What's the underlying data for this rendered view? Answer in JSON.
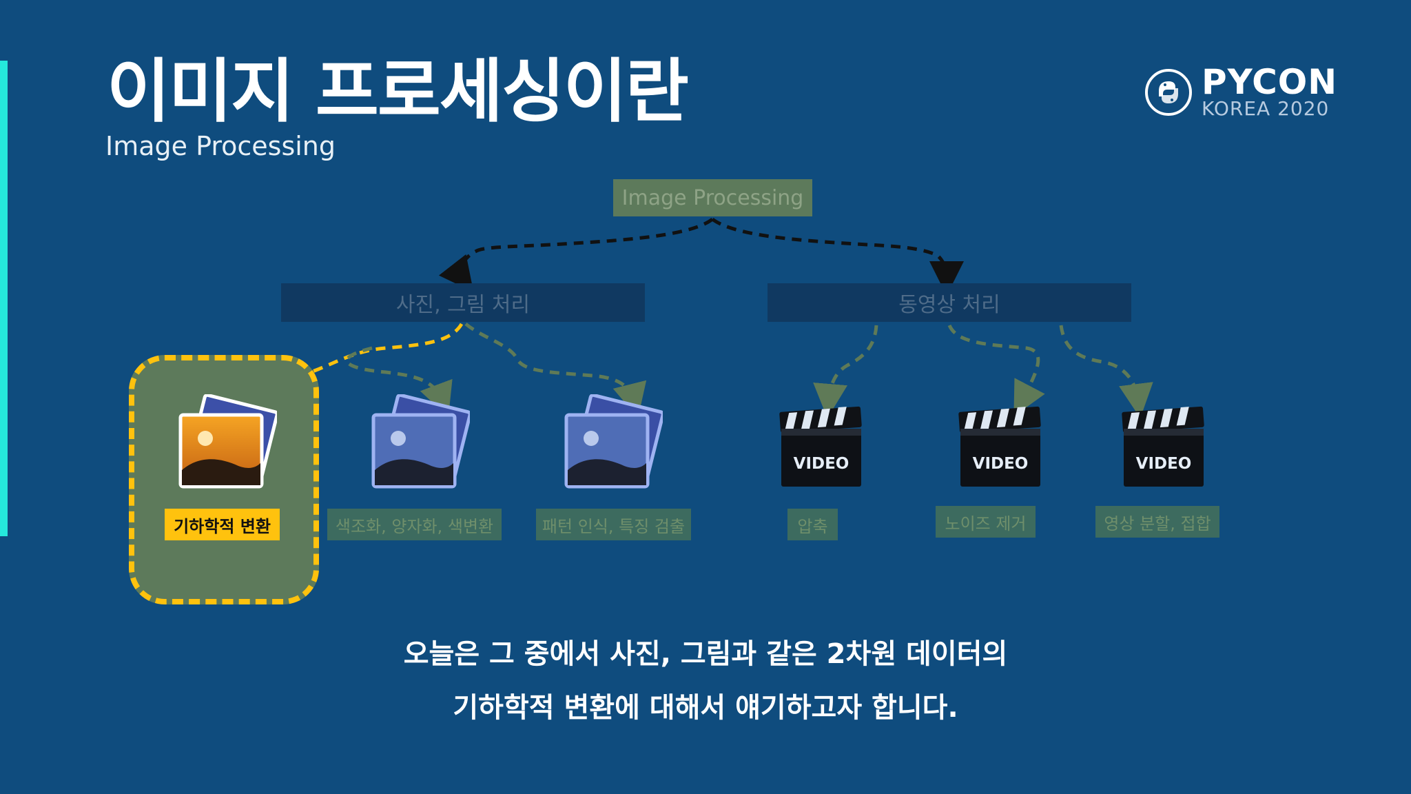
{
  "slide": {
    "title": "이미지 프로세싱이란",
    "subtitle": "Image Processing",
    "logo": {
      "wordmark": "PYCON",
      "sub": "KOREA 2020",
      "icon": "python-logo-icon"
    }
  },
  "diagram": {
    "root": "Image Processing",
    "categories": [
      {
        "label": "사진, 그림 처리"
      },
      {
        "label": "동영상 처리"
      }
    ],
    "items": [
      {
        "label": "기하학적 변환",
        "icon": "image-icon",
        "highlighted": true
      },
      {
        "label": "색조화, 양자화, 색변환",
        "icon": "image-icon",
        "highlighted": false
      },
      {
        "label": "패턴 인식, 특징 검출",
        "icon": "image-icon",
        "highlighted": false
      },
      {
        "label": "압축",
        "icon": "video-clapper-icon",
        "highlighted": false,
        "icon_text": "VIDEO"
      },
      {
        "label": "노이즈 제거",
        "icon": "video-clapper-icon",
        "highlighted": false,
        "icon_text": "VIDEO"
      },
      {
        "label": "영상 분할, 접합",
        "icon": "video-clapper-icon",
        "highlighted": false,
        "icon_text": "VIDEO"
      }
    ]
  },
  "footer": {
    "line1": "오늘은 그 중에서 사진, 그림과 같은 2차원 데이터의",
    "line2": "기하학적 변환에 대해서 얘기하고자 합니다."
  },
  "colors": {
    "background": "#0f4c7e",
    "accent": "#25e8dc",
    "highlight": "#ffc20e",
    "box_green": "#5d7a5b",
    "box_dark": "#103961"
  }
}
